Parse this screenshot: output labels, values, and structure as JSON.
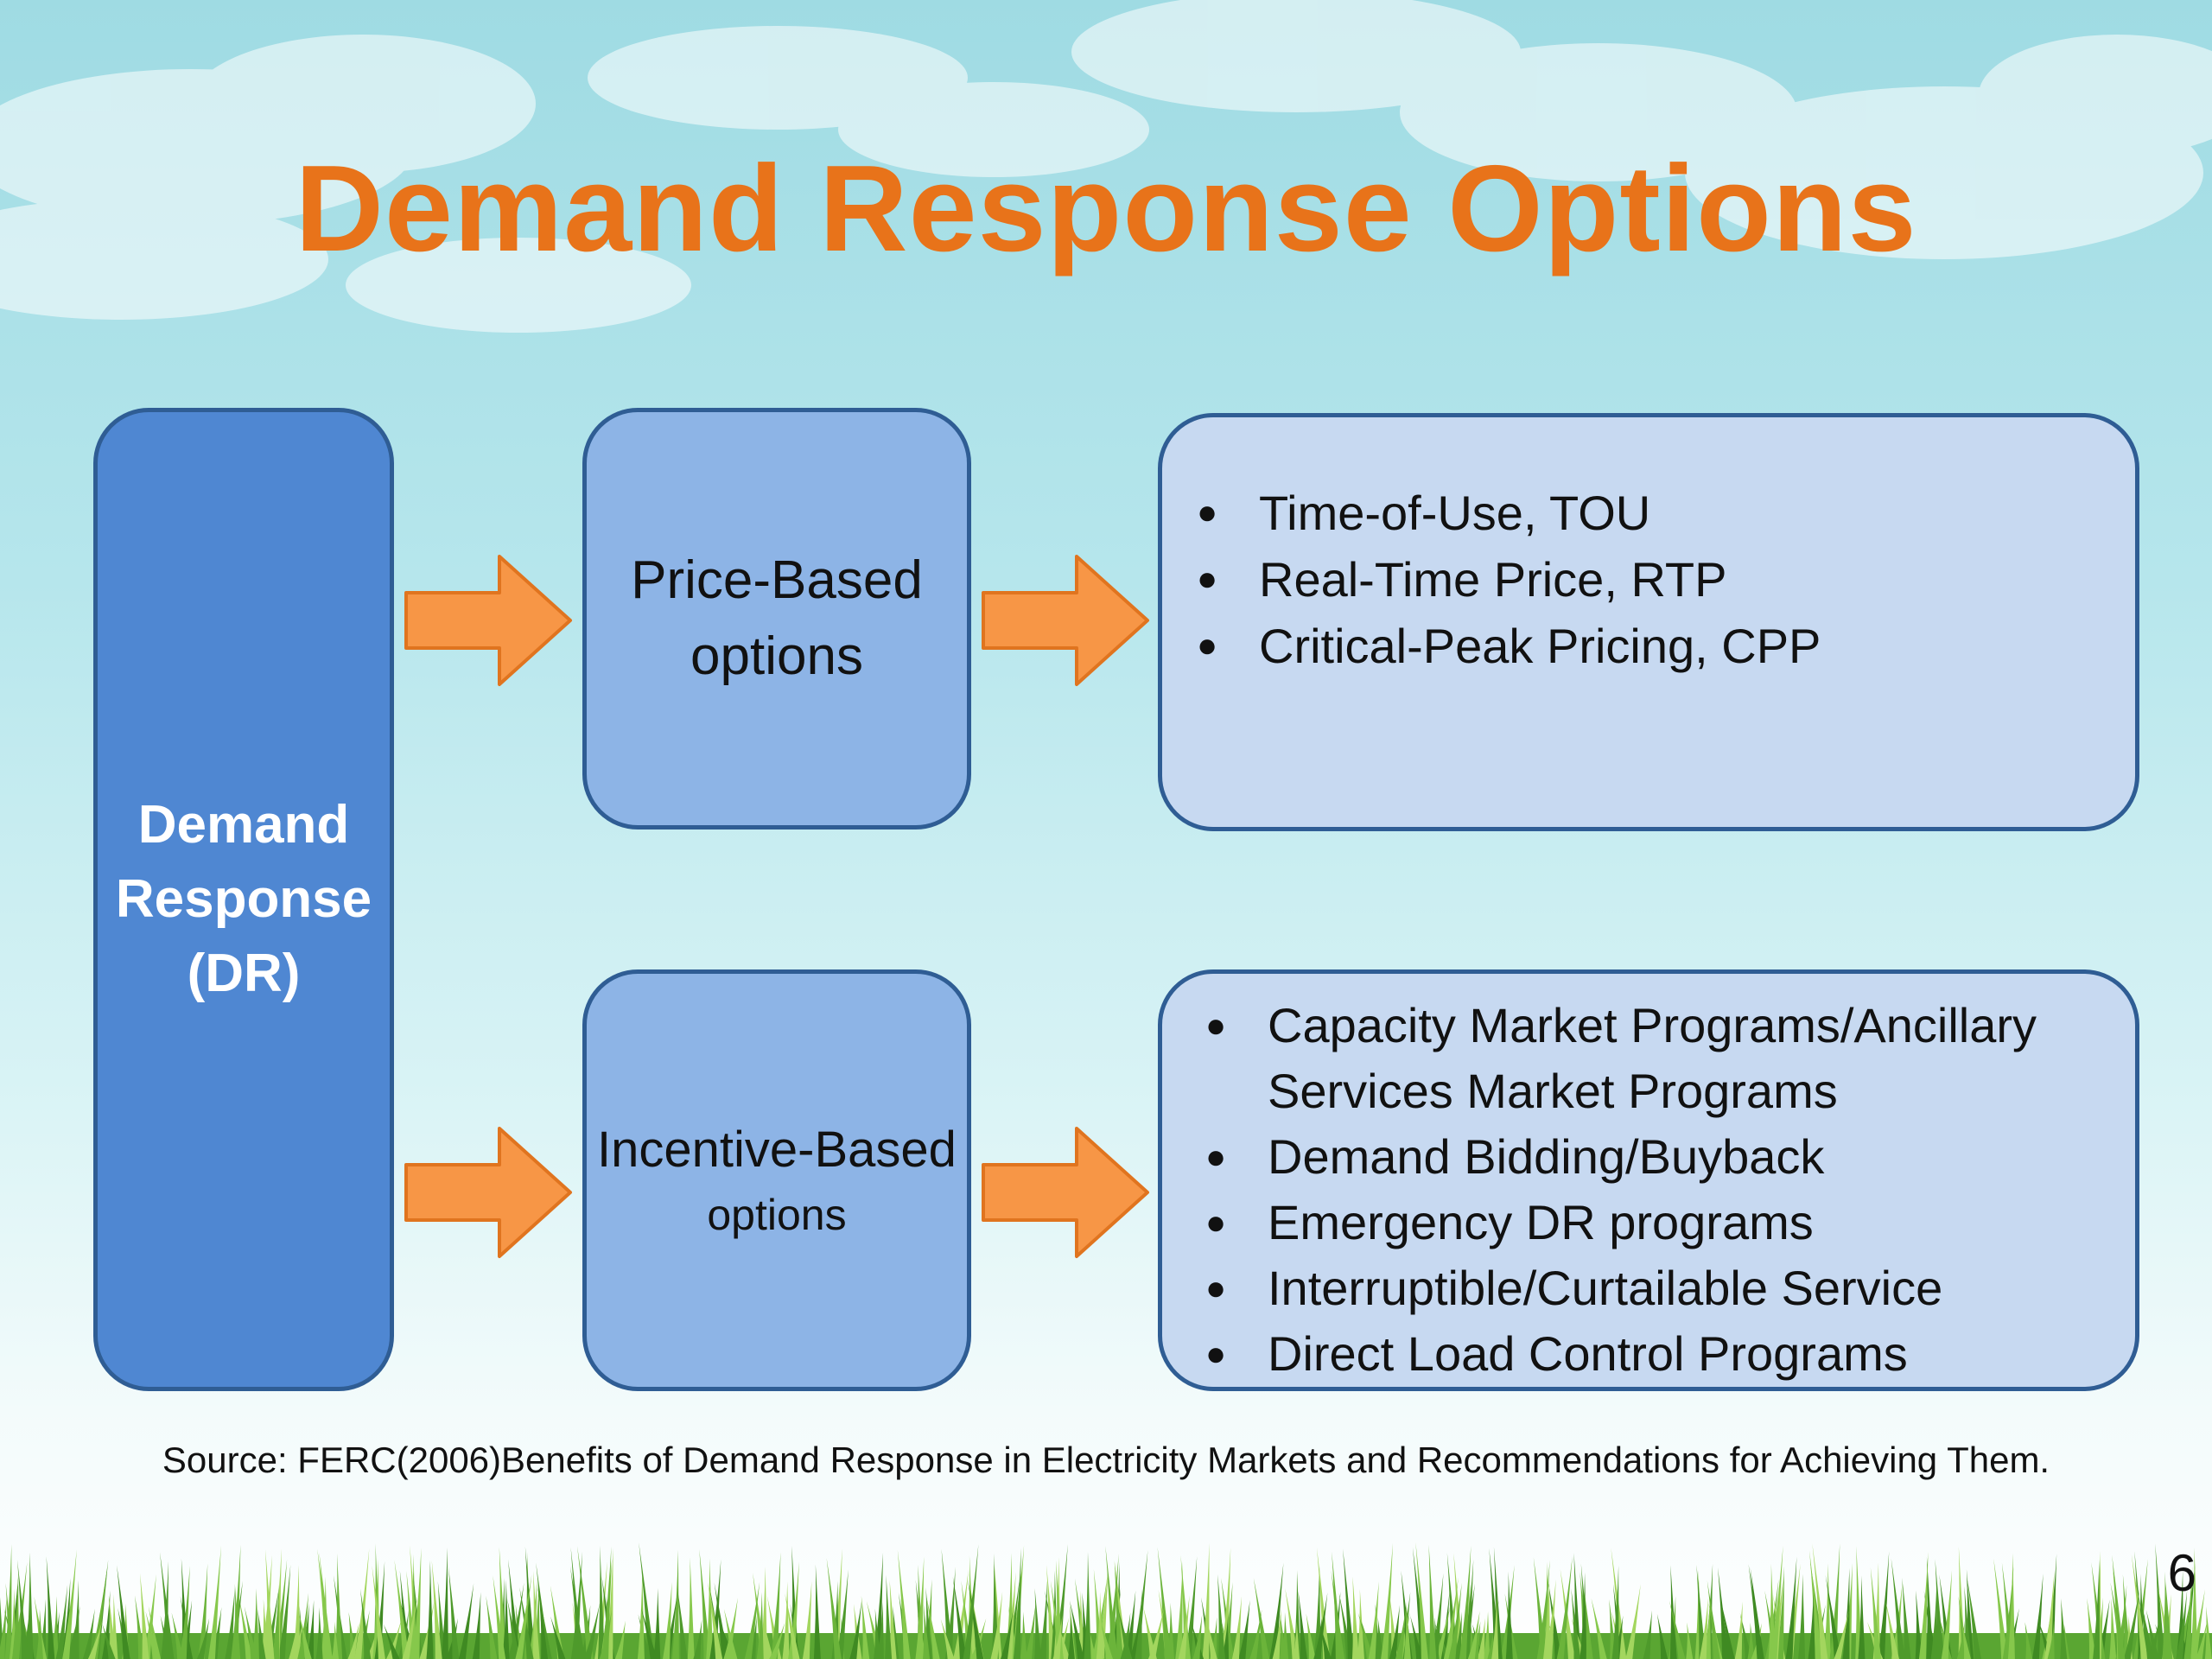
{
  "slide": {
    "title": "Demand Response Options",
    "page_number": "6",
    "source": "Source: FERC(2006)Benefits of Demand Response in Electricity Markets and Recommendations for Achieving Them."
  },
  "diagram": {
    "root": {
      "line1": "Demand",
      "line2": "Response",
      "line3": "(DR)"
    },
    "price_based": {
      "line1": "Price-Based",
      "line2": "options",
      "items": [
        "Time-of-Use, TOU",
        "Real-Time Price, RTP",
        "Critical-Peak Pricing, CPP"
      ]
    },
    "incentive_based": {
      "line1": "Incentive-Based",
      "line2": "options",
      "items": [
        "Capacity Market Programs/Ancillary Services Market Programs",
        "Demand Bidding/Buyback",
        "Emergency DR programs",
        "Interruptible/Curtailable Service",
        "Direct Load Control Programs"
      ]
    }
  },
  "colors": {
    "title": "#e8731a",
    "arrow": "#f79646",
    "arrow_outline": "#e0741f",
    "root_box": "#4f87d2",
    "option_box": "#8db4e6",
    "list_box": "#c7d9f1",
    "box_border": "#2f5d94"
  }
}
